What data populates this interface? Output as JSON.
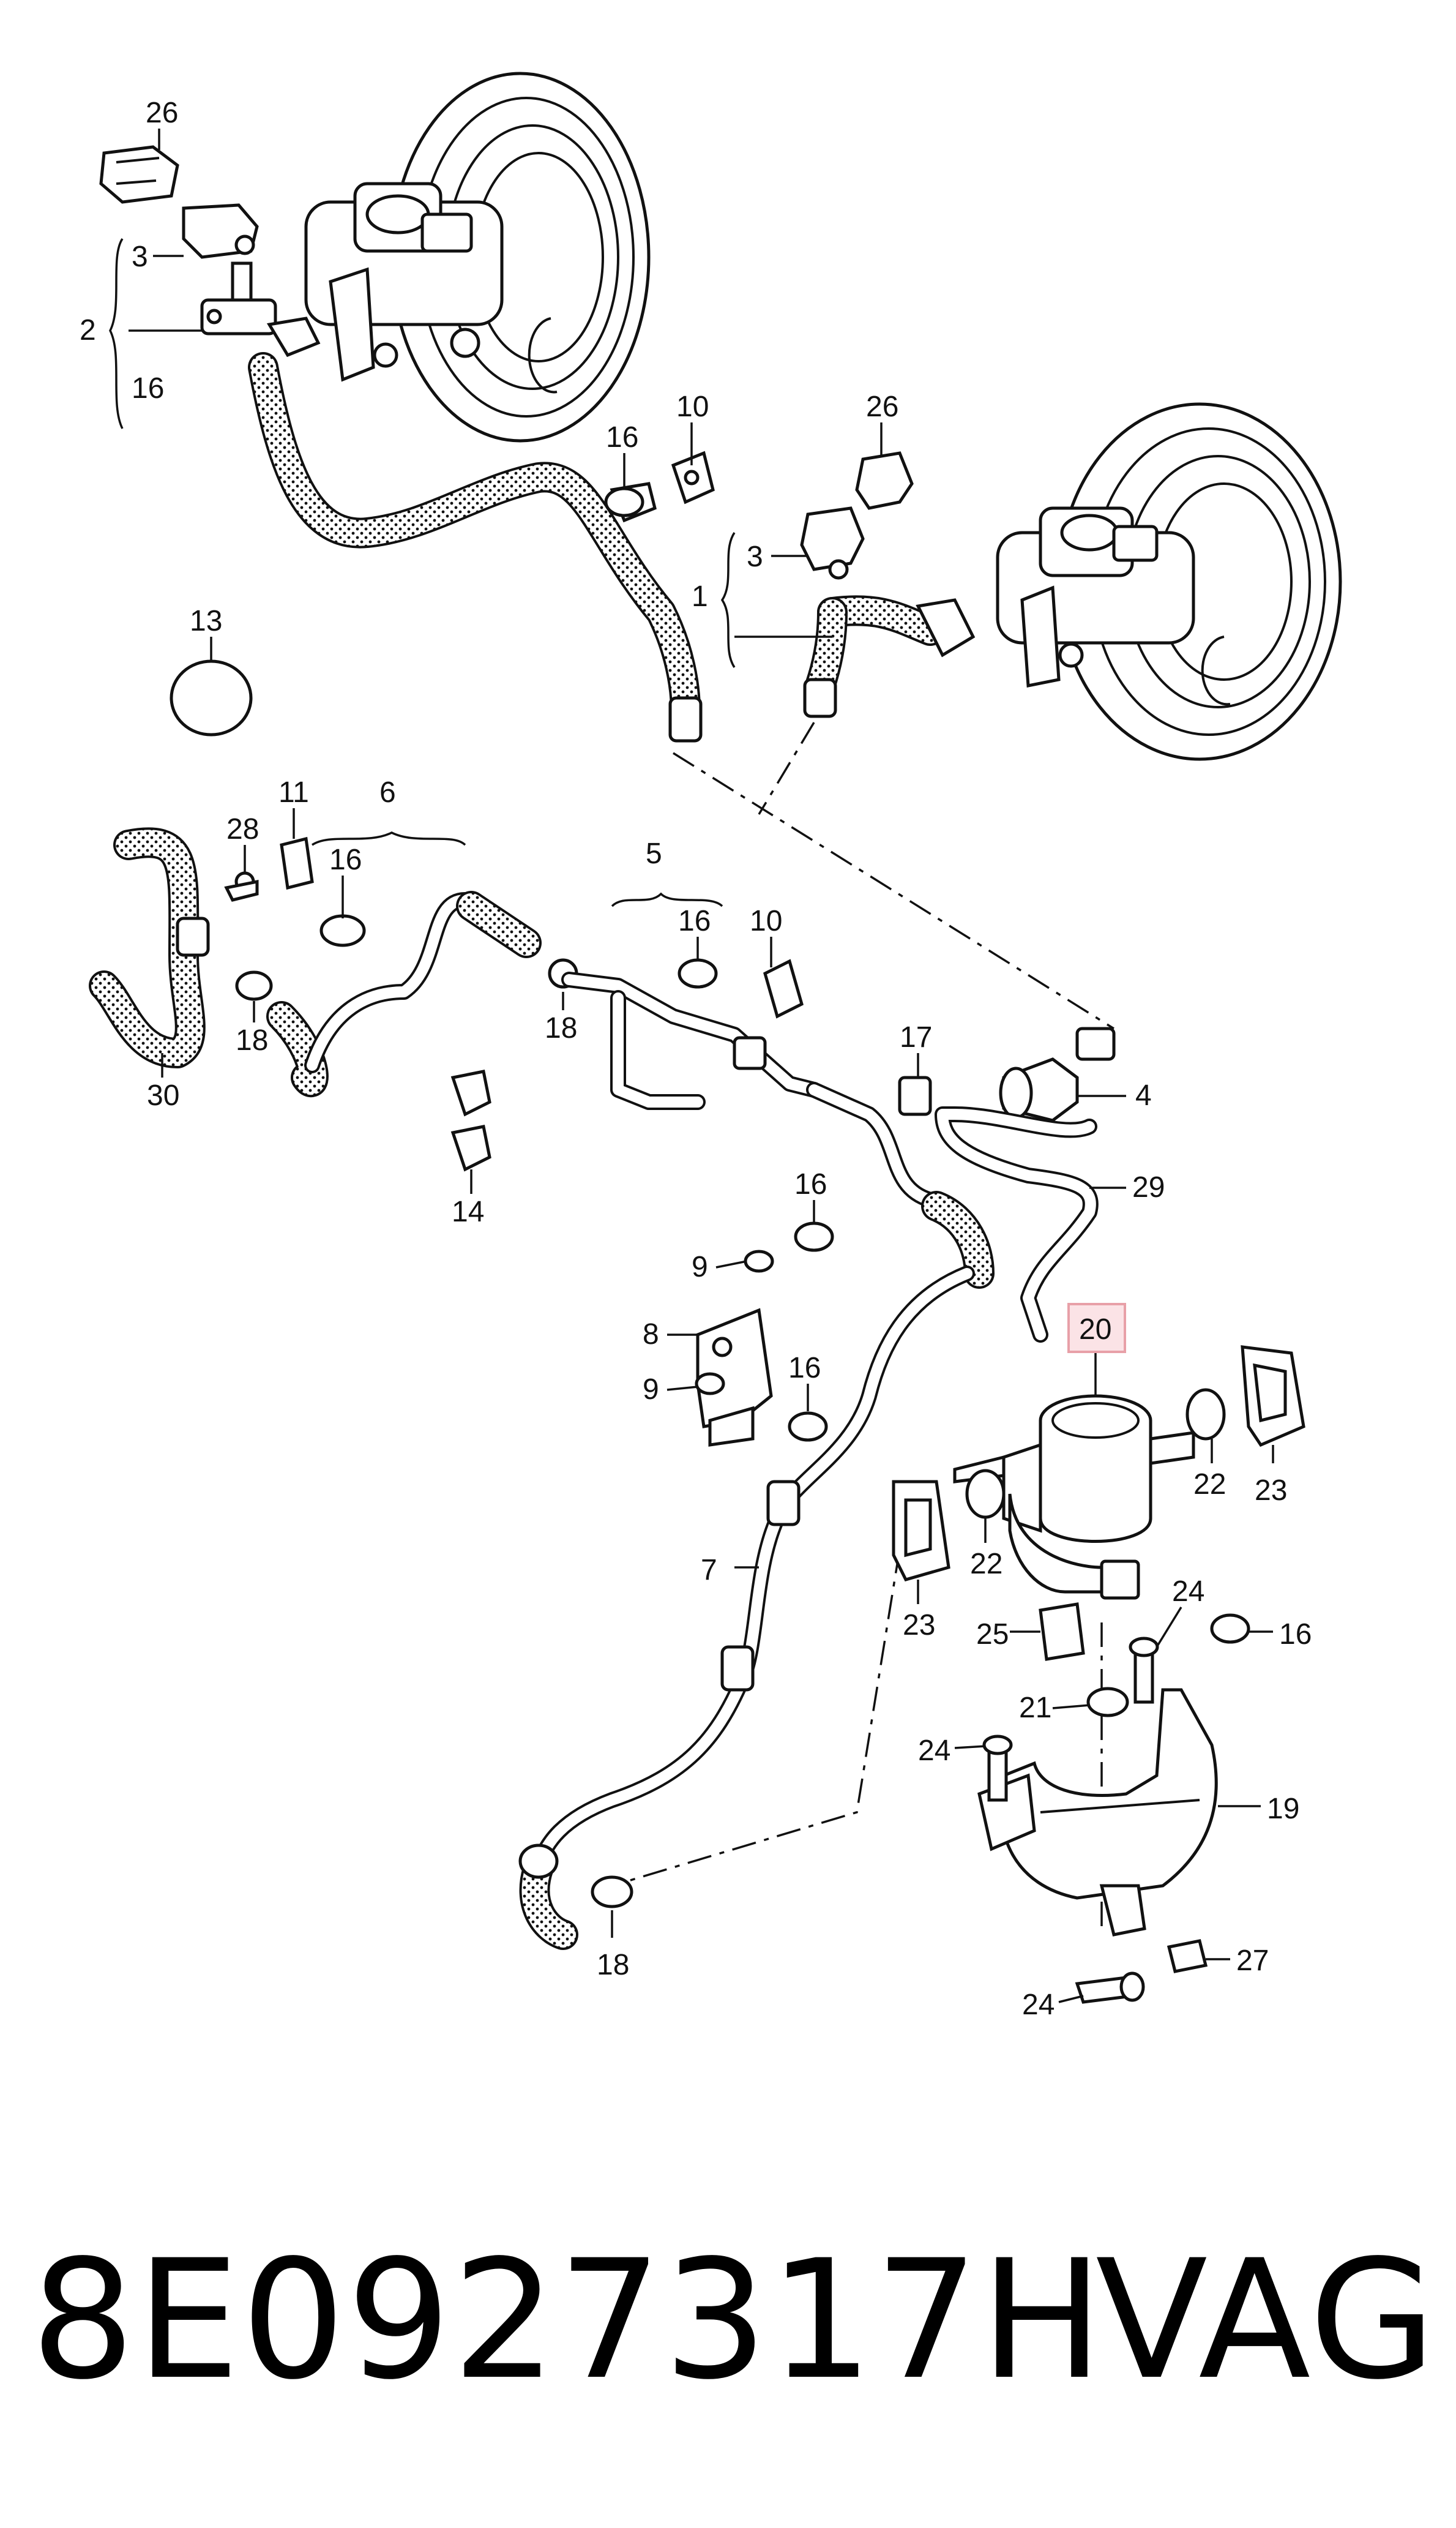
{
  "callouts": {
    "c26a": "26",
    "c3a": "3",
    "c2": "2",
    "c16a": "16",
    "c16b": "16",
    "c10a": "10",
    "c26b": "26",
    "c3b": "3",
    "c1": "1",
    "c13": "13",
    "c11": "11",
    "c6": "6",
    "c28": "28",
    "c16c": "16",
    "c5": "5",
    "c16d": "16",
    "c10b": "10",
    "c18a": "18",
    "c18b": "18",
    "c30": "30",
    "c17": "17",
    "c4": "4",
    "c14": "14",
    "c29": "29",
    "c16e": "16",
    "c9a": "9",
    "c8": "8",
    "c9b": "9",
    "c16f": "16",
    "c20": "20",
    "c22a": "22",
    "c23a": "23",
    "c22b": "22",
    "c23b": "23",
    "c7": "7",
    "c24a": "24",
    "c25": "25",
    "c16g": "16",
    "c21": "21",
    "c24b": "24",
    "c19": "19",
    "c18c": "18",
    "c27": "27",
    "c24c": "24"
  },
  "highlight": {
    "part": "20",
    "color": "#e8a0a8",
    "fill": "#fbe3e6"
  },
  "footer": {
    "part_number": "8E0927317H",
    "brand": "VAG"
  }
}
